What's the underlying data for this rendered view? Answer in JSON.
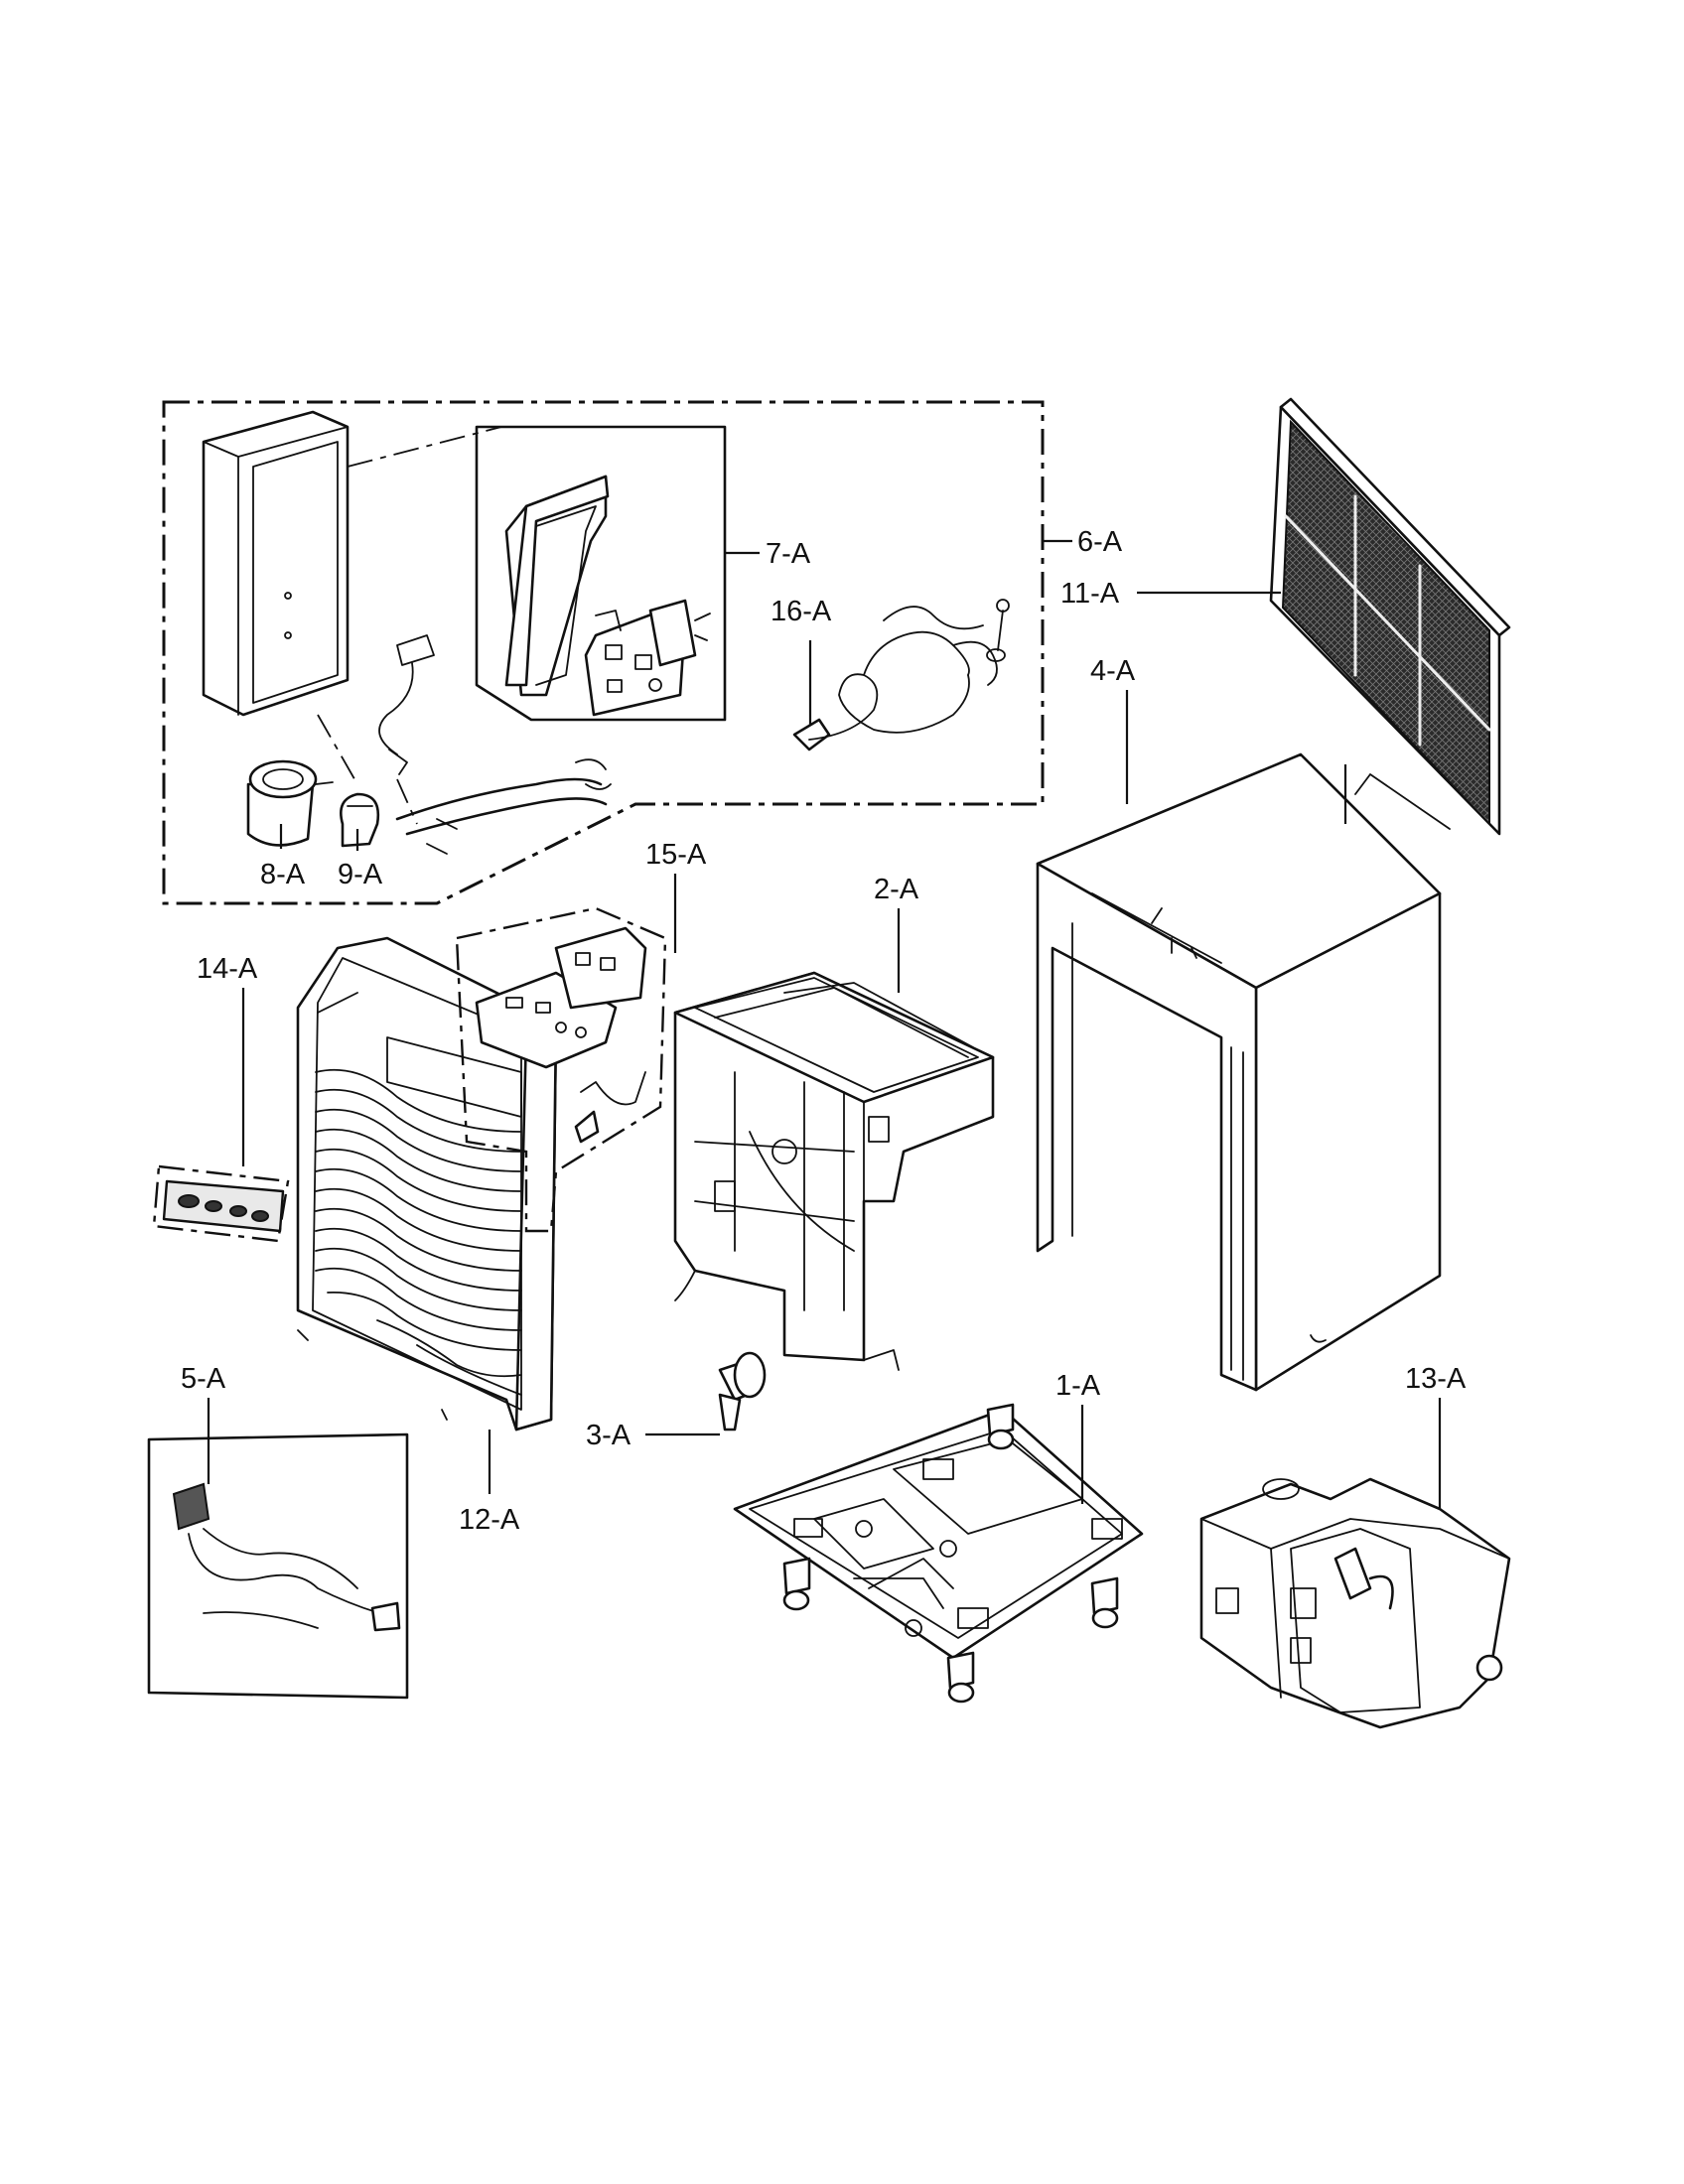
{
  "labels": {
    "p1": "1-A",
    "p2": "2-A",
    "p3": "3-A",
    "p4": "4-A",
    "p5": "5-A",
    "p6": "6-A",
    "p7": "7-A",
    "p8": "8-A",
    "p9": "9-A",
    "p11": "11-A",
    "p12": "12-A",
    "p13": "13-A",
    "p14": "14-A",
    "p15": "15-A",
    "p16": "16-A"
  }
}
